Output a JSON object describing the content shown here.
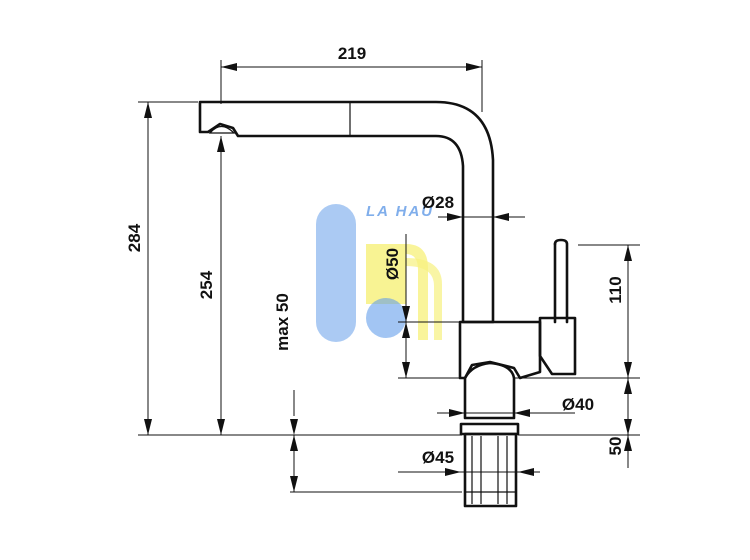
{
  "dimensions": {
    "width_219": "219",
    "height_284": "284",
    "height_254": "254",
    "max_50": "max 50",
    "dia_28": "Ø28",
    "dia_50": "Ø50",
    "dia_40": "Ø40",
    "dia_45": "Ø45",
    "height_110": "110",
    "height_50": "50"
  },
  "watermark": {
    "text": "LA HAU",
    "colors": {
      "blue": "#4a8ee6",
      "yellow": "#f6ef6a"
    }
  },
  "colors": {
    "line": "#111111",
    "background": "#ffffff"
  }
}
